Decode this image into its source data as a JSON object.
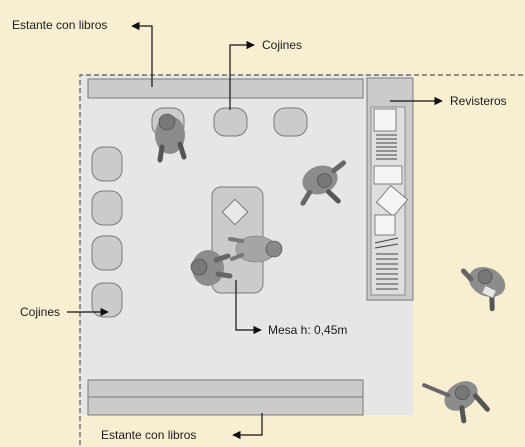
{
  "labels": {
    "bookshelf_top": "Estante con libros",
    "cushions_top": "Cojines",
    "magazine_racks": "Revisteros",
    "cushions_left": "Cojines",
    "table": "Mesa h: 0,45m",
    "bookshelf_bottom": "Estante con libros"
  },
  "colors": {
    "background": "#f8efd3",
    "room_floor": "#e6e6e6",
    "furniture_fill": "#cbcbcb",
    "furniture_stroke": "#7a7a7a",
    "arrow": "#111111"
  }
}
